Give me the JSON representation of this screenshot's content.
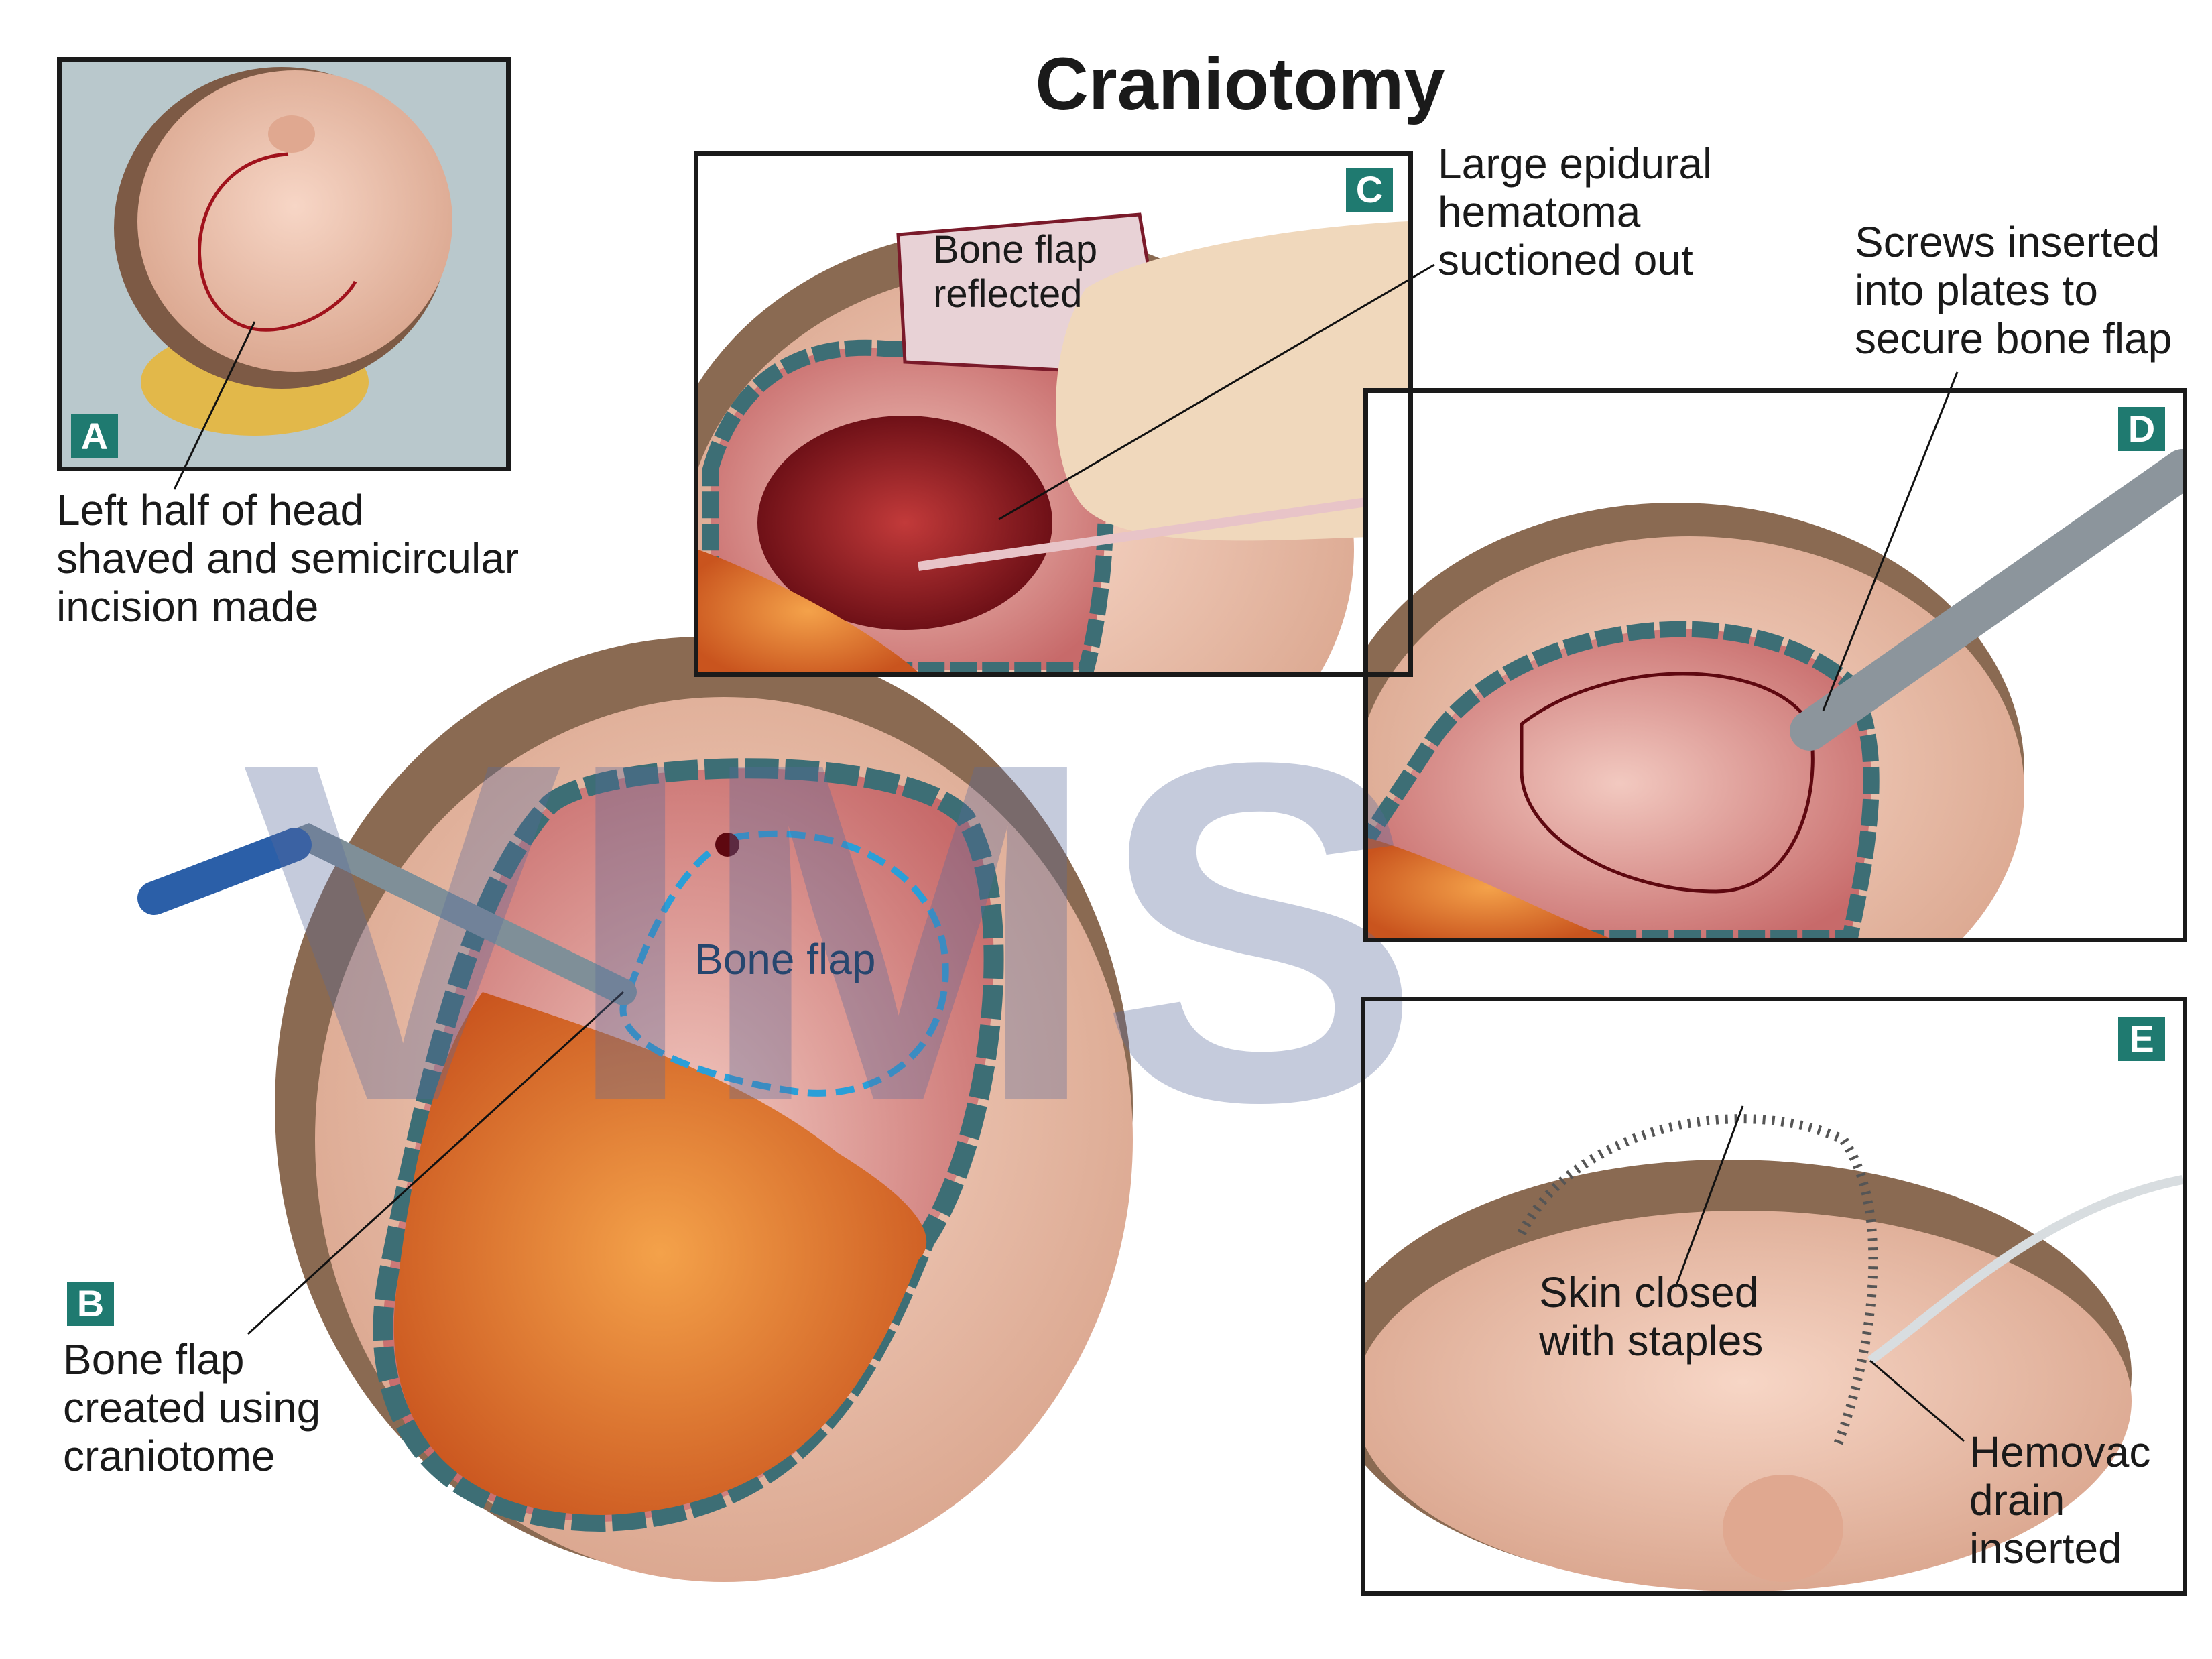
{
  "title": "Craniotomy",
  "watermark": "VIMS",
  "panels": {
    "a": {
      "badge": "A",
      "caption": "Left half of head\nshaved and semicircular\nincision made"
    },
    "b": {
      "badge": "B",
      "caption": "Bone flap\ncreated using\ncraniotome",
      "inner_label": "Bone flap"
    },
    "c": {
      "badge": "C",
      "caption": "Large epidural\nhematoma\nsuctioned out",
      "inner_label": "Bone flap\nreflected"
    },
    "d": {
      "badge": "D",
      "caption": "Screws inserted\ninto plates to\nsecure bone flap"
    },
    "e": {
      "badge": "E",
      "caption_staples": "Skin closed\nwith staples",
      "caption_drain": "Hemovac\ndrain\ninserted"
    }
  },
  "colors": {
    "badge": "#1f7a70",
    "skin": "#f0c6b4",
    "hair": "#8a6a52",
    "blood": "#8e1420",
    "brain": "#e8862e",
    "retractor": "#3d6e75",
    "watermark": "#5a6a9a"
  }
}
